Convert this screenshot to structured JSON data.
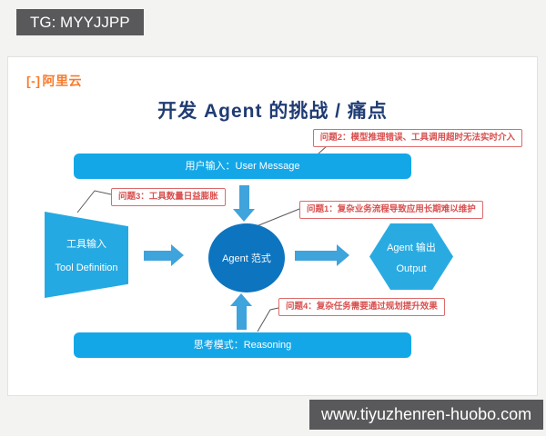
{
  "watermarks": {
    "tg": "TG: MYYJJPP",
    "url": "www.tiyuzhenren-huobo.com"
  },
  "slide": {
    "logo": {
      "mark": "[-]",
      "name": "阿里云"
    },
    "title": "开发 Agent 的挑战 / 痛点",
    "callouts": {
      "p1": "问题1：复杂业务流程导致应用长期难以维护",
      "p2": "问题2：模型推理错误、工具调用超时无法实时介入",
      "p3": "问题3：工具数量日益膨胀",
      "p4": "问题4：复杂任务需要通过规划提升效果"
    },
    "nodes": {
      "user_message": "用户输入：User Message",
      "tool_input_zh": "工具输入",
      "tool_input_en": "Tool Definition",
      "agent": "Agent 范式",
      "output_zh": "Agent 输出",
      "output_en": "Output",
      "reasoning": "思考模式：Reasoning"
    },
    "colors": {
      "bar_blue": "#14a7e8",
      "circle_blue": "#0d74bf",
      "shape_blue": "#25a9e2",
      "arrow_blue": "#3fa3dc",
      "callout_red": "#d8504f",
      "title_navy": "#203c74",
      "logo_orange": "#f97b2c",
      "watermark_gray": "#59595b"
    }
  }
}
